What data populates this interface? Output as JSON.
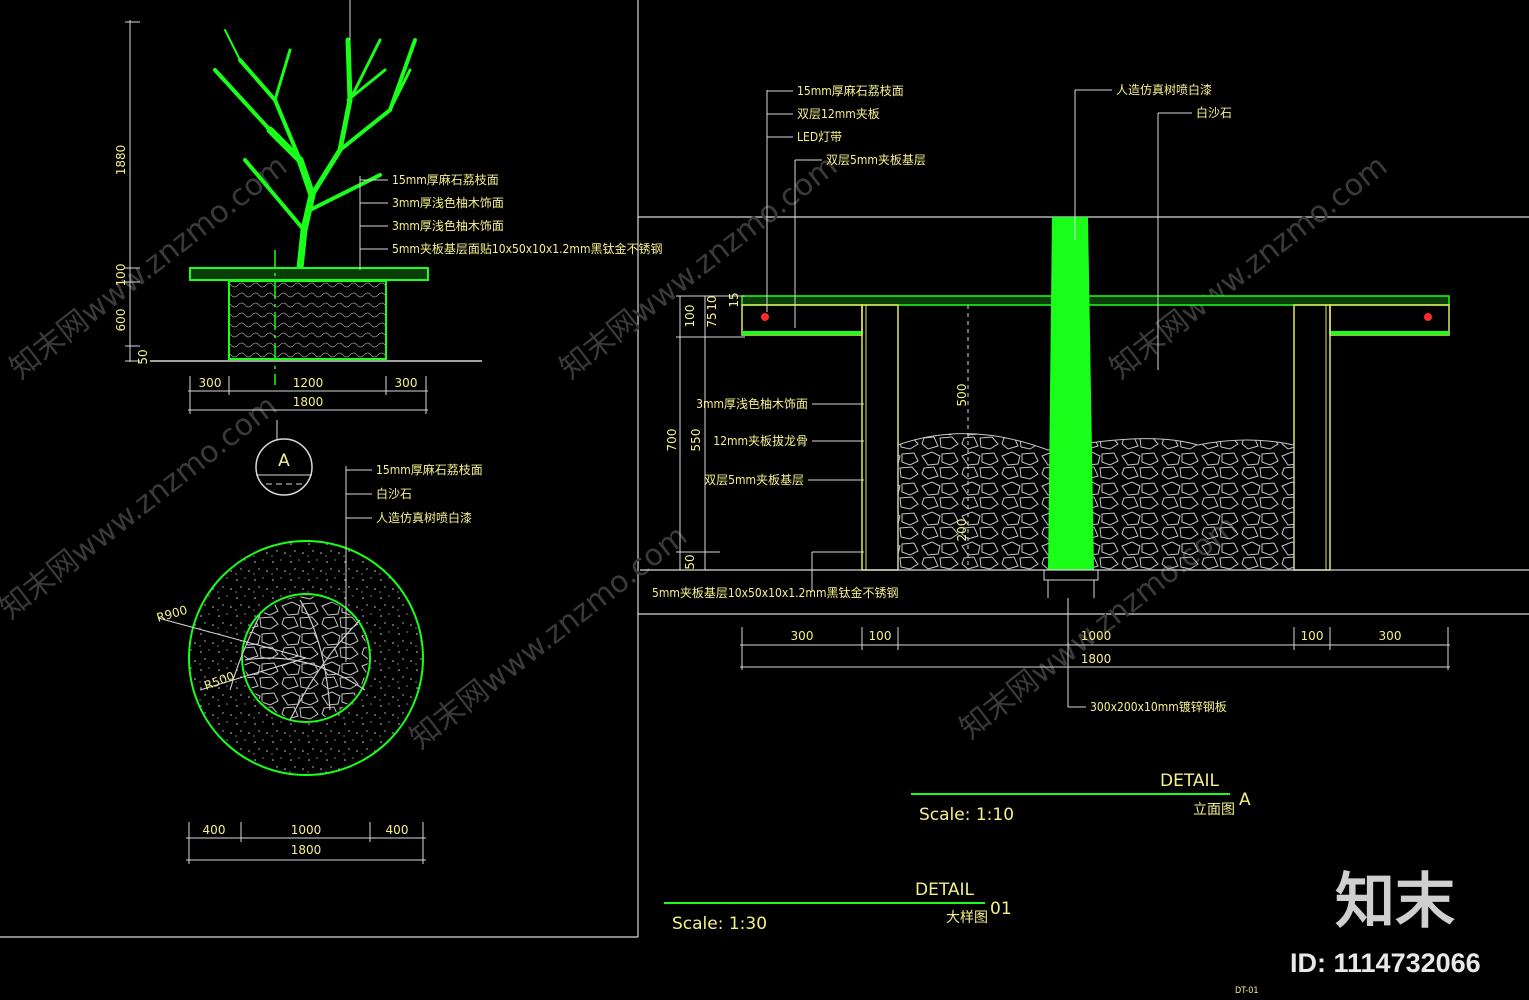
{
  "left_elevation": {
    "dims_vertical": [
      "1880",
      "100",
      "600",
      "50"
    ],
    "dims_horizontal": [
      "300",
      "1200",
      "300"
    ],
    "dim_total": "1800",
    "labels": [
      "15mm厚麻石荔枝面",
      "3mm厚浅色柚木饰面",
      "3mm厚浅色柚木饰面",
      "5mm夹板基层面贴10x50x10x1.2mm黑钛金不锈钢"
    ]
  },
  "section_marker": "A",
  "plan": {
    "labels": [
      "15mm厚麻石荔枝面",
      "白沙石",
      "人造仿真树喷白漆"
    ],
    "radius_outer": "R900",
    "radius_inner": "R500",
    "dims": [
      "400",
      "1000",
      "400"
    ],
    "dim_total": "1800"
  },
  "right_elevation": {
    "labels_top": [
      "15mm厚麻石荔枝面",
      "双层12mm夹板",
      "LED灯带",
      "双层5mm夹板基层"
    ],
    "label_tree": "人造仿真树喷白漆",
    "label_sand": "白沙石",
    "labels_side": [
      "3mm厚浅色柚木饰面",
      "12mm夹板拔龙骨",
      "双层5mm夹板基层"
    ],
    "label_base": "5mm夹板基层10x50x10x1.2mm黑钛金不锈钢",
    "label_plate": "300x200x10mm镀锌钢板",
    "dims_left_outer": [
      "100",
      "700",
      "50"
    ],
    "dims_left_inner": [
      "75",
      "10",
      "15",
      "550"
    ],
    "dims_mid": [
      "500",
      "200"
    ],
    "dims_bottom": [
      "300",
      "100",
      "1000",
      "100",
      "300"
    ],
    "dim_total": "1800"
  },
  "title_a": {
    "detail": "DETAIL",
    "scale": "Scale: 1:10",
    "name": "立面图",
    "code": "A"
  },
  "title_01": {
    "detail": "DETAIL",
    "scale": "Scale: 1:30",
    "name": "大样图",
    "code": "01"
  },
  "sheet_code": "DT-01",
  "watermark": "知末网www.znzmo.com",
  "logo": "知末",
  "id_text": "ID: 1114732066"
}
